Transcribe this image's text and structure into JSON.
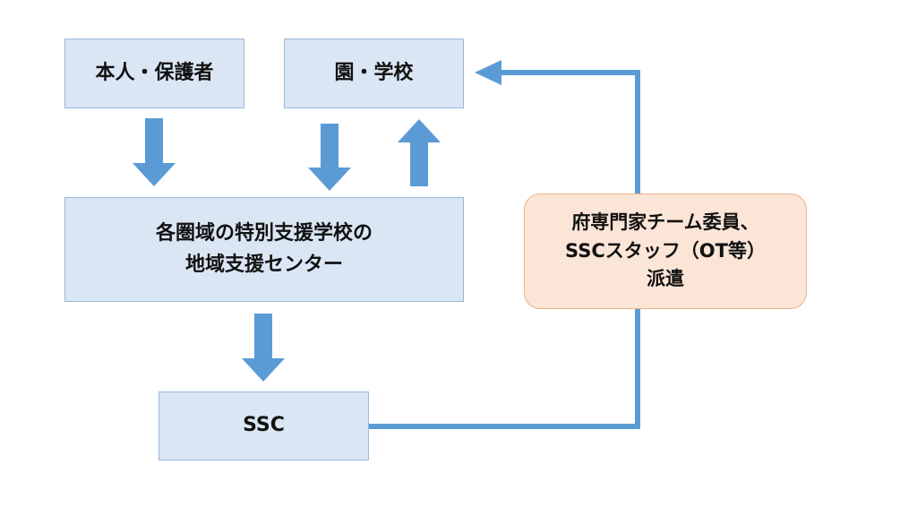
{
  "nodes": {
    "person_guardian": {
      "label": "本人・保護者"
    },
    "kindergarten_school": {
      "label": "園・学校"
    },
    "support_center": {
      "line1": "各圏域の特別支援学校の",
      "line2": "地域支援センター"
    },
    "ssc": {
      "label": "SSC"
    },
    "dispatch": {
      "line1": "府専門家チーム委員、",
      "line2": "SSCスタッフ（OT等）",
      "line3": "派遣"
    }
  },
  "colors": {
    "box_fill": "#dae6f3",
    "box_border": "#9ab8d9",
    "dispatch_fill": "#fbe5d6",
    "dispatch_border": "#e9b48a",
    "arrow": "#5b9bd5"
  }
}
